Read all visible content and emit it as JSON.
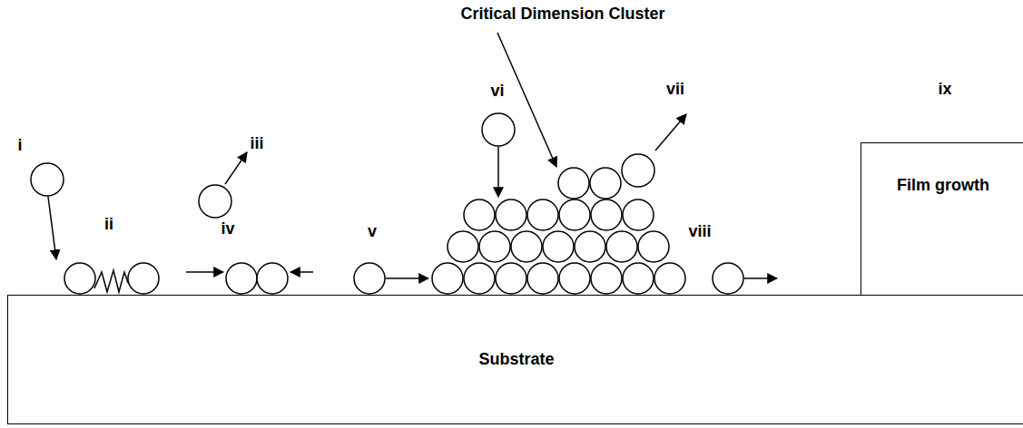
{
  "diagram": {
    "nodes": [
      {
        "text": [
          "Film growth"
        ]
      },
      {
        "text": [
          "Substrate"
        ]
      }
    ],
    "labels": [
      "Critical Dimension Cluster",
      "i",
      "ii",
      "iii",
      "iv",
      "v",
      "vi",
      "vii",
      "viii",
      "ix"
    ]
  }
}
